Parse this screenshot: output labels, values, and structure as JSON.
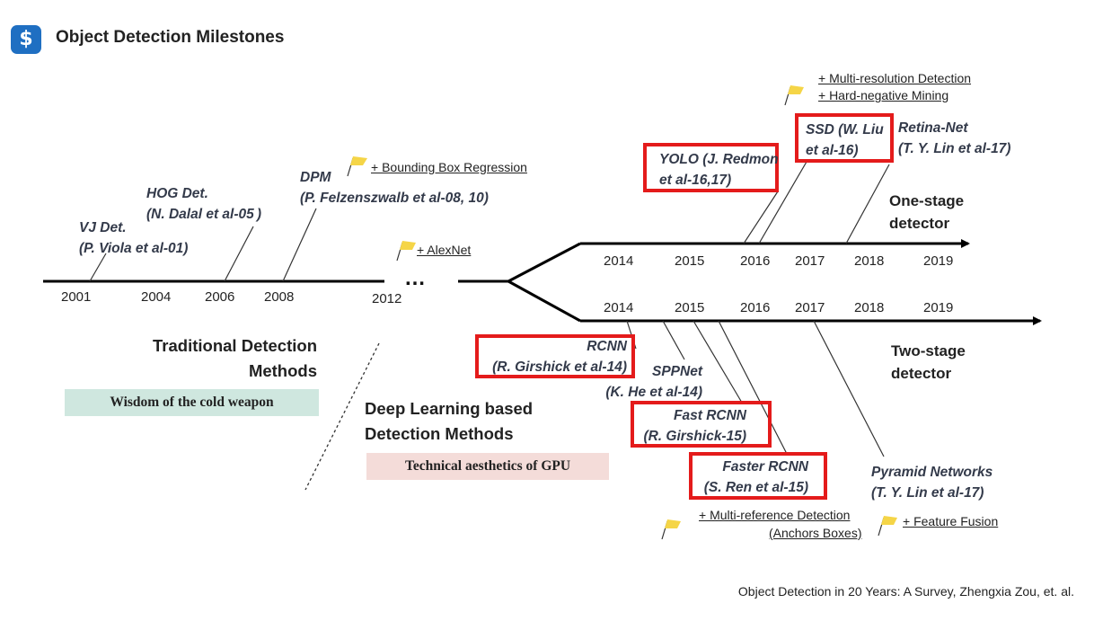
{
  "header": {
    "logo_glyph": "$",
    "title": "Object Detection Milestones"
  },
  "timeline_years": {
    "traditional": [
      "2001",
      "2004",
      "2006",
      "2008",
      "2012"
    ],
    "ellipsis": "…",
    "one_stage": [
      "2014",
      "2015",
      "2016",
      "2017",
      "2018",
      "2019"
    ],
    "two_stage": [
      "2014",
      "2015",
      "2016",
      "2017",
      "2018",
      "2019"
    ]
  },
  "traditional_detectors": {
    "vj": {
      "name": "VJ Det.",
      "author": "(P. Viola et al-01)"
    },
    "hog": {
      "name": "HOG Det.",
      "author": "(N. Dalal et al-05 )"
    },
    "dpm": {
      "name": "DPM",
      "author": "(P. Felzenszwalb et al-08, 10)"
    }
  },
  "features": {
    "bbox_regression": "+ Bounding Box Regression",
    "alexnet": "+ AlexNet",
    "multi_resolution": "+ Multi-resolution Detection",
    "hard_negative": "+ Hard-negative Mining",
    "multi_reference": "+ Multi-reference Detection",
    "anchors": "(Anchors Boxes)",
    "feature_fusion": "+ Feature Fusion"
  },
  "one_stage_detectors": {
    "yolo": {
      "line1": "YOLO (J. Redmon",
      "line2": "et al-16,17)"
    },
    "ssd": {
      "line1": "SSD (W. Liu",
      "line2": "et al-16)"
    },
    "retina": {
      "line1": "Retina-Net",
      "line2": "(T. Y. Lin et al-17)"
    }
  },
  "two_stage_detectors": {
    "rcnn": {
      "line1": "RCNN",
      "line2": "(R. Girshick et al-14)"
    },
    "sppnet": {
      "line1": "SPPNet",
      "line2": "(K. He et al-14)"
    },
    "fast_rcnn": {
      "line1": "Fast RCNN",
      "line2": "(R. Girshick-15)"
    },
    "faster_rcnn": {
      "line1": "Faster RCNN",
      "line2": "(S. Ren et al-15)"
    },
    "fpn": {
      "line1": "Pyramid Networks",
      "line2": "(T. Y. Lin et al-17)"
    }
  },
  "stages": {
    "one_stage": {
      "line1": "One-stage",
      "line2": "detector"
    },
    "two_stage": {
      "line1": "Two-stage",
      "line2": "detector"
    }
  },
  "sections": {
    "traditional": {
      "line1": "Traditional Detection",
      "line2": "Methods",
      "tag": "Wisdom of the cold weapon"
    },
    "deep": {
      "line1": "Deep Learning based",
      "line2": "Detection Methods",
      "tag": "Technical aesthetics of GPU"
    }
  },
  "citation": "Object Detection in 20 Years: A Survey, Zhengxia Zou, et. al.",
  "colors": {
    "highlight_box": "#e41b1b",
    "flag": "#f5d547",
    "tag_traditional_bg": "#cfe7df",
    "tag_deep_bg": "#f4dcd9",
    "logo_bg": "#1f6fc2"
  }
}
